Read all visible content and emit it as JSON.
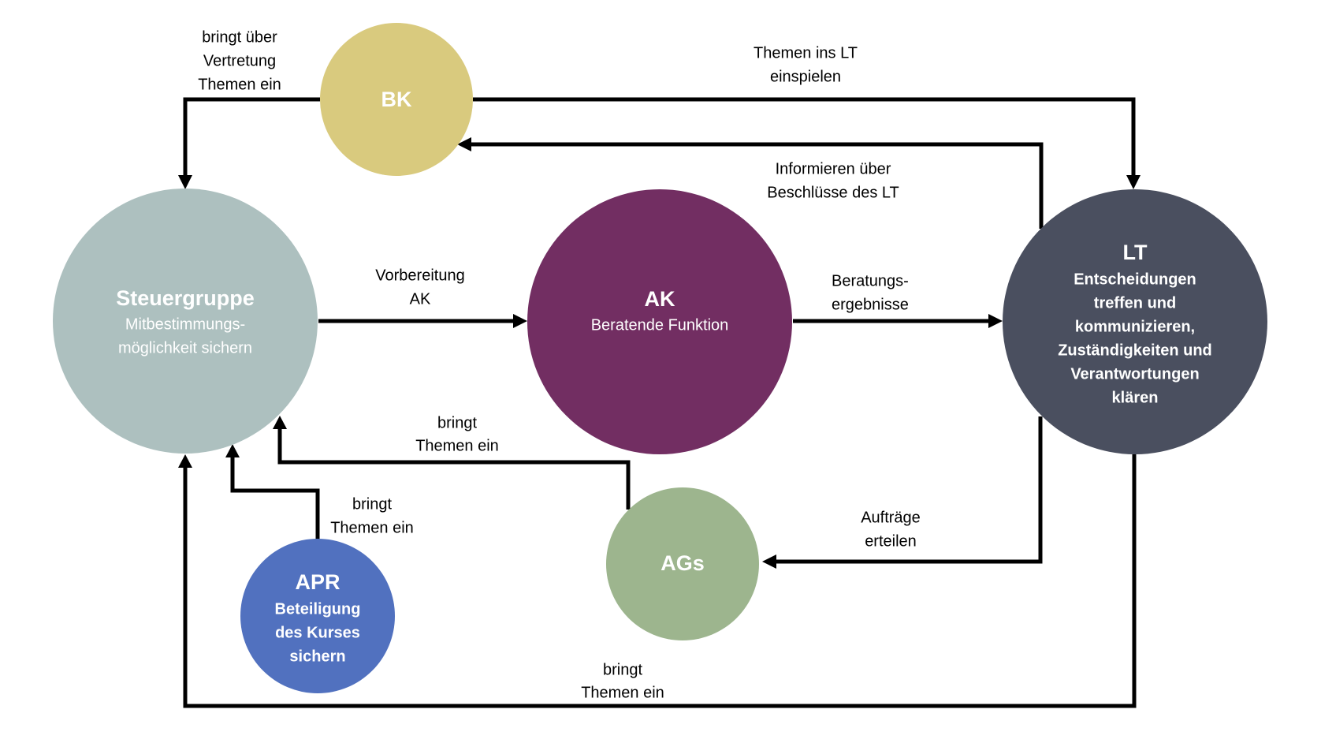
{
  "diagram": {
    "nodes": [
      {
        "id": "bk",
        "title": "BK",
        "subtitle": [],
        "color": "#d9ca7e"
      },
      {
        "id": "steuergruppe",
        "title": "Steuergruppe",
        "subtitle": [
          "Mitbestimmungs-",
          "möglichkeit sichern"
        ],
        "color": "#adc0bf"
      },
      {
        "id": "ak",
        "title": "AK",
        "subtitle": [
          "Beratende Funktion"
        ],
        "color": "#722e62"
      },
      {
        "id": "lt",
        "title": "LT",
        "subtitle": [
          "Entscheidungen",
          "treffen und",
          "kommunizieren,",
          "Zuständigkeiten und",
          "Verantwortungen",
          "klären"
        ],
        "color": "#4a4f5f"
      },
      {
        "id": "apr",
        "title": "APR",
        "subtitle": [
          "Beteiligung",
          "des Kurses",
          "sichern"
        ],
        "color": "#5171bf"
      },
      {
        "id": "ags",
        "title": "AGs",
        "subtitle": [],
        "color": "#9db58e"
      }
    ],
    "edges": [
      {
        "id": "bk-to-steuergruppe",
        "from": "bk",
        "to": "steuergruppe",
        "label": [
          "bringt über",
          "Vertretung",
          "Themen ein"
        ]
      },
      {
        "id": "bk-to-lt",
        "from": "bk",
        "to": "lt",
        "label": [
          "Themen ins LT",
          "einspielen"
        ]
      },
      {
        "id": "lt-to-bk",
        "from": "lt",
        "to": "bk",
        "label": [
          "Informieren über",
          "Beschlüsse des LT"
        ]
      },
      {
        "id": "steuergruppe-to-ak",
        "from": "steuergruppe",
        "to": "ak",
        "label": [
          "Vorbereitung",
          "AK"
        ]
      },
      {
        "id": "ak-to-lt",
        "from": "ak",
        "to": "lt",
        "label": [
          "Beratungs-",
          "ergebnisse"
        ]
      },
      {
        "id": "ags-to-steuergruppe",
        "from": "ags",
        "to": "steuergruppe",
        "label": [
          "bringt",
          "Themen ein"
        ]
      },
      {
        "id": "apr-to-steuergruppe",
        "from": "apr",
        "to": "steuergruppe",
        "label": [
          "bringt",
          "Themen ein"
        ]
      },
      {
        "id": "lt-to-ags",
        "from": "lt",
        "to": "ags",
        "label": [
          "Aufträge",
          "erteilen"
        ]
      },
      {
        "id": "lt-to-steuergruppe",
        "from": "lt",
        "to": "steuergruppe",
        "label": [
          "bringt",
          "Themen ein"
        ]
      }
    ]
  }
}
